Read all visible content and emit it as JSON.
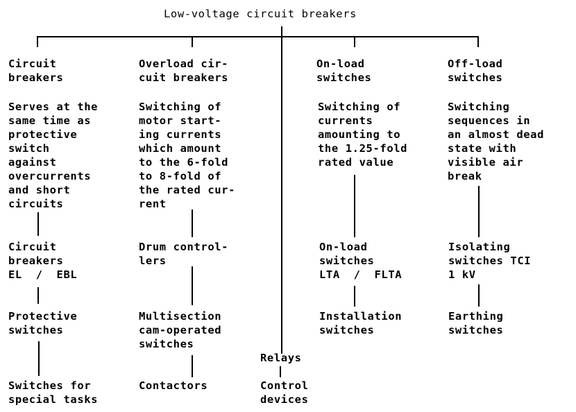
{
  "title": "Low-voltage circuit breakers",
  "columns": [
    {
      "heading": "Circuit\nbreakers",
      "description": "Serves at the\nsame time as\nprotective\nswitch\nagainst\novercurrents\nand short\ncircuits",
      "items": [
        "Circuit\nbreakers\nEL  /  EBL",
        "Protective\nswitches",
        "Switches for\nspecial tasks"
      ]
    },
    {
      "heading": "Overload cir-\ncuit breakers",
      "description": "Switching of\nmotor start-\ning currents\nwhich amount\nto the 6-fold\nto 8-fold of\nthe rated cur-\nrent",
      "items": [
        "Drum control-\nlers",
        "Multisection\ncam-operated\nswitches",
        "Contactors"
      ]
    },
    {
      "heading": "On-load\nswitches",
      "description": "Switching of\ncurrents\namounting to\nthe 1.25-fold\nrated value",
      "items": [
        "On-load\nswitches\nLTA  /  FLTA",
        "Installation\nswitches"
      ]
    },
    {
      "heading": "Off-load\nswitches",
      "description": "Switching\nsequences in\nan almost dead\nstate with\nvisible air\nbreak",
      "items": [
        "Isolating\nswitches TCI\n1 kV",
        "Earthing\nswitches"
      ]
    }
  ],
  "center_branch": {
    "items": [
      "Relays",
      "Control\ndevices"
    ]
  }
}
